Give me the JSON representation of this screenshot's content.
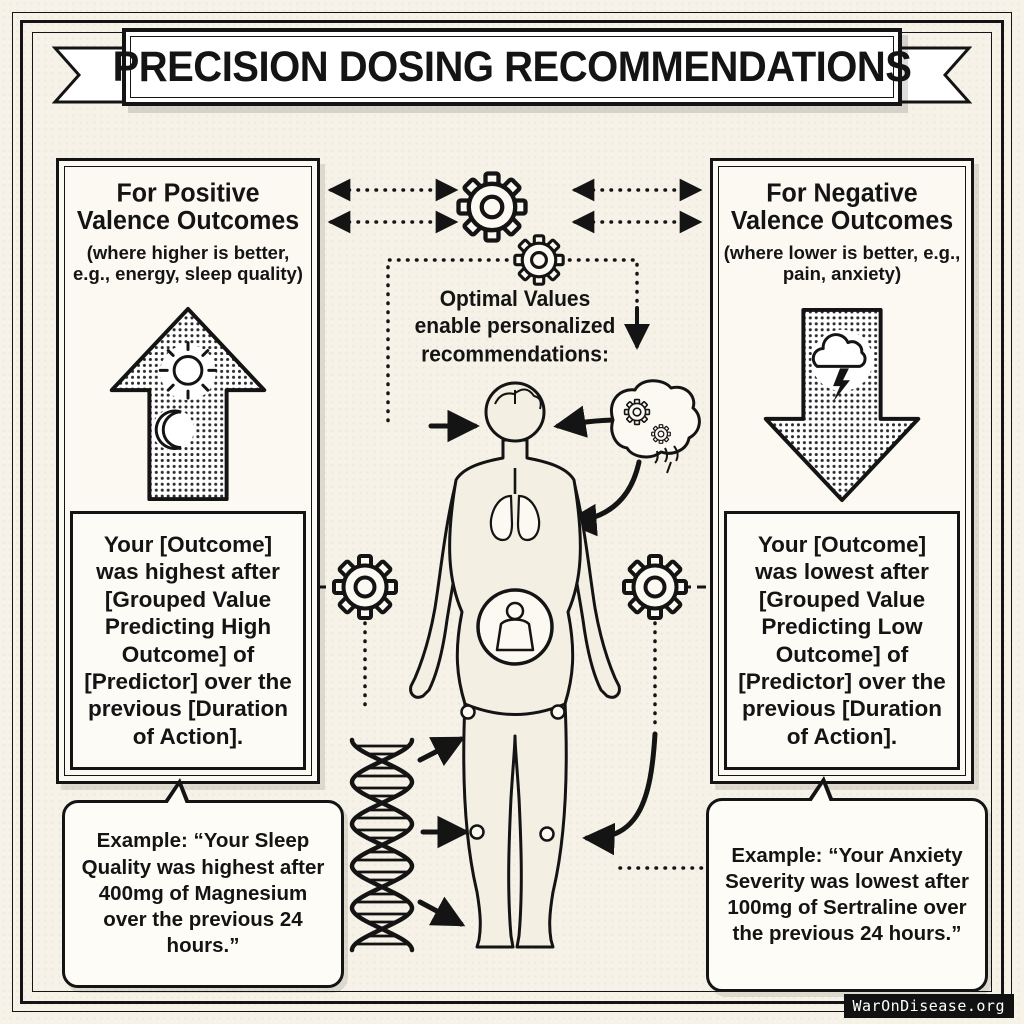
{
  "banner": {
    "title": "PRECISION DOSING RECOMMENDATIONS"
  },
  "center": {
    "caption": "Optimal Values\nenable personalized\nrecommendations:"
  },
  "left_panel": {
    "heading": "For Positive Valence Outcomes",
    "subtitle": "(where higher is better, e.g., energy, sleep quality)",
    "recommendation": "Your [Outcome] was highest after [Grouped Value Predicting High Outcome] of [Predictor] over the previous [Duration of Action].",
    "example": "Example: “Your Sleep Quality was highest after 400mg of Magnesium over the previous 24 hours.”"
  },
  "right_panel": {
    "heading": "For Negative Valence Outcomes",
    "subtitle": "(where lower is better, e.g., pain, anxiety)",
    "recommendation": "Your [Outcome] was lowest after [Grouped Value Predicting Low Outcome] of [Predictor] over the previous [Duration of Action].",
    "example": "Example: “Your Anxiety Severity was lowest after 100mg of Sertraline over the previous 24 hours.”"
  },
  "footer": {
    "watermark": "WarOnDisease.org"
  },
  "colors": {
    "ink": "#141414",
    "paper": "#f6f2e7",
    "panel": "#fbf9f2"
  },
  "icons": {
    "gear-icon": "svg:gear",
    "sun-icon": "svg:sun-with-rays",
    "moon-icon": "svg:crescent-moon",
    "up-arrow-icon": "svg:block-arrow-up-halftone",
    "down-arrow-icon": "svg:block-arrow-down-halftone",
    "storm-cloud-icon": "svg:cloud",
    "lightning-icon": "svg:bolt",
    "brain-icon": "svg:brain-with-gears",
    "human-figure-icon": "svg:body-outline",
    "lungs-icon": "svg:lungs",
    "gut-target-icon": "svg:circle-with-person",
    "dna-icon": "svg:double-helix"
  }
}
